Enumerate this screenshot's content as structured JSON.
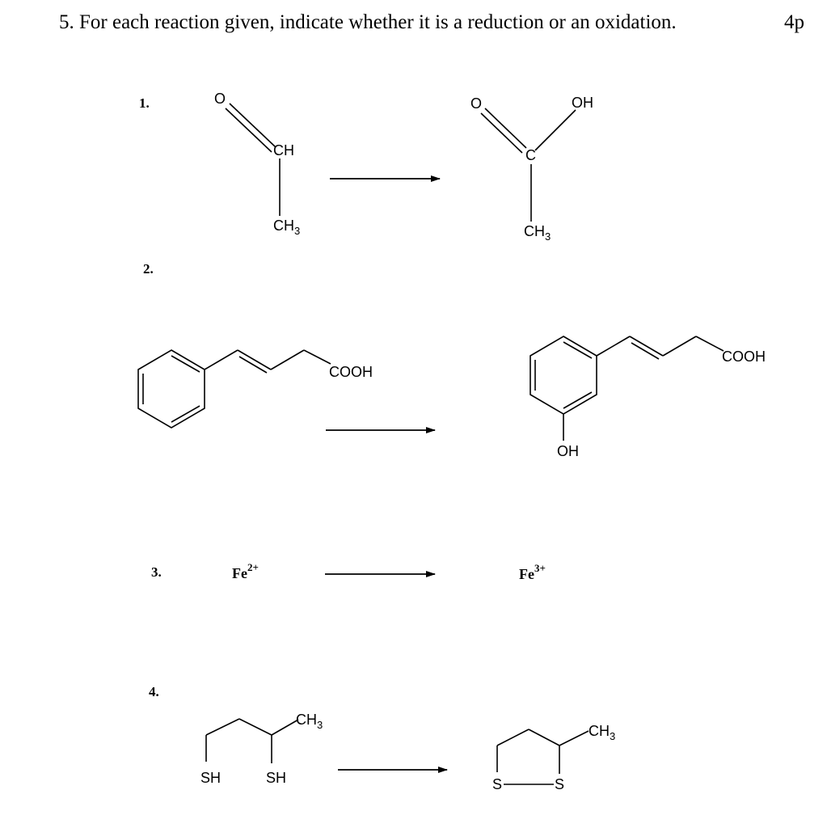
{
  "question": {
    "text": "5. For each reaction given, indicate whether it is a reduction or an oxidation.",
    "points": "4p"
  },
  "reactions": [
    {
      "number": "1.",
      "reactant": {
        "o": "O",
        "ch": "CH",
        "ch3": "CH",
        "ch3_sub": "3"
      },
      "product": {
        "o": "O",
        "oh": "OH",
        "c": "C",
        "ch3": "CH",
        "ch3_sub": "3"
      }
    },
    {
      "number": "2.",
      "reactant": {
        "cooh": "COOH"
      },
      "product": {
        "cooh": "COOH",
        "oh": "OH"
      }
    },
    {
      "number": "3.",
      "reactant": {
        "base": "Fe",
        "charge": "2+"
      },
      "product": {
        "base": "Fe",
        "charge": "3+"
      }
    },
    {
      "number": "4.",
      "reactant": {
        "sh1": "SH",
        "sh2": "SH",
        "ch3": "CH",
        "ch3_sub": "3"
      },
      "product": {
        "s1": "S",
        "s2": "S",
        "ch3": "CH",
        "ch3_sub": "3"
      }
    }
  ]
}
